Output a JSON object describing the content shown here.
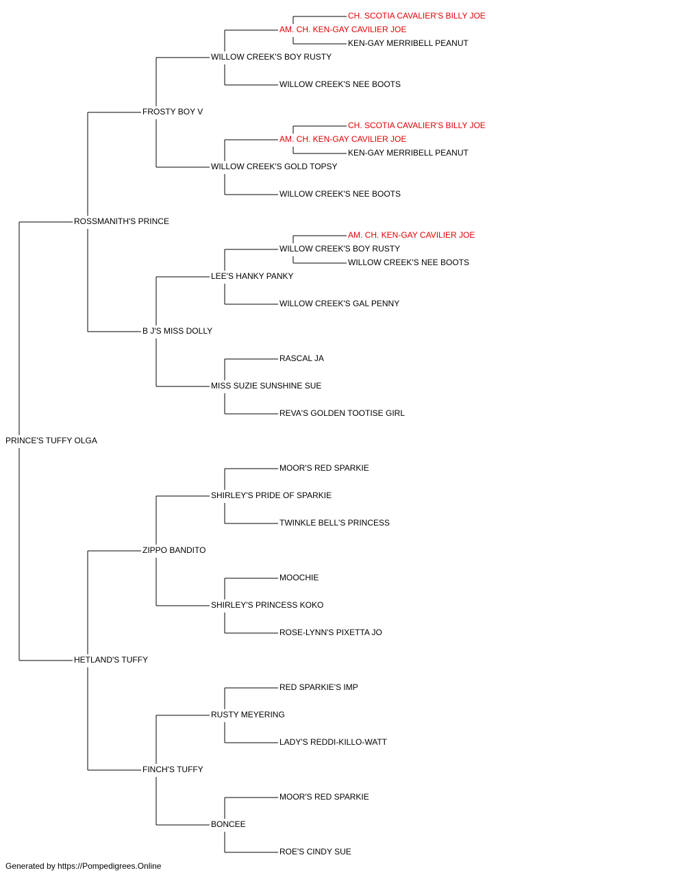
{
  "colors": {
    "text": "#000000",
    "highlight": "#e00000",
    "line": "#000000"
  },
  "pedigree": {
    "name": "PRINCE'S TUFFY OLGA",
    "children": [
      {
        "name": "ROSSMANITH'S PRINCE",
        "children": [
          {
            "name": "FROSTY BOY V",
            "children": [
              {
                "name": "WILLOW CREEK'S BOY RUSTY",
                "children": [
                  {
                    "name": "AM. CH. KEN-GAY CAVILIER JOE",
                    "highlight": true,
                    "children": [
                      {
                        "name": "CH. SCOTIA CAVALIER'S BILLY JOE",
                        "highlight": true
                      },
                      {
                        "name": "KEN-GAY MERRIBELL PEANUT"
                      }
                    ]
                  },
                  {
                    "name": "WILLOW CREEK'S NEE BOOTS"
                  }
                ]
              },
              {
                "name": "WILLOW CREEK'S GOLD TOPSY",
                "children": [
                  {
                    "name": "AM. CH. KEN-GAY CAVILIER JOE",
                    "highlight": true,
                    "children": [
                      {
                        "name": "CH. SCOTIA CAVALIER'S BILLY JOE",
                        "highlight": true
                      },
                      {
                        "name": "KEN-GAY MERRIBELL PEANUT"
                      }
                    ]
                  },
                  {
                    "name": "WILLOW CREEK'S NEE BOOTS"
                  }
                ]
              }
            ]
          },
          {
            "name": "B J'S MISS DOLLY",
            "children": [
              {
                "name": "LEE'S HANKY PANKY",
                "children": [
                  {
                    "name": "WILLOW CREEK'S BOY RUSTY",
                    "children": [
                      {
                        "name": "AM. CH. KEN-GAY CAVILIER JOE",
                        "highlight": true
                      },
                      {
                        "name": "WILLOW CREEK'S NEE BOOTS"
                      }
                    ]
                  },
                  {
                    "name": "WILLOW CREEK'S GAL PENNY"
                  }
                ]
              },
              {
                "name": "MISS SUZIE SUNSHINE SUE",
                "children": [
                  {
                    "name": "RASCAL JA"
                  },
                  {
                    "name": "REVA'S GOLDEN TOOTISE GIRL"
                  }
                ]
              }
            ]
          }
        ]
      },
      {
        "name": "HETLAND'S TUFFY",
        "children": [
          {
            "name": "ZIPPO BANDITO",
            "children": [
              {
                "name": "SHIRLEY'S PRIDE OF SPARKIE",
                "children": [
                  {
                    "name": "MOOR'S RED SPARKIE"
                  },
                  {
                    "name": "TWINKLE BELL'S PRINCESS"
                  }
                ]
              },
              {
                "name": "SHIRLEY'S PRINCESS KOKO",
                "children": [
                  {
                    "name": "MOOCHIE"
                  },
                  {
                    "name": "ROSE-LYNN'S PIXETTA JO"
                  }
                ]
              }
            ]
          },
          {
            "name": "FINCH'S TUFFY",
            "children": [
              {
                "name": "RUSTY MEYERING",
                "children": [
                  {
                    "name": "RED SPARKIE'S IMP"
                  },
                  {
                    "name": "LADY'S REDDI-KILLO-WATT"
                  }
                ]
              },
              {
                "name": "BONCEE",
                "children": [
                  {
                    "name": "MOOR'S RED SPARKIE"
                  },
                  {
                    "name": "ROE'S CINDY SUE"
                  }
                ]
              }
            ]
          }
        ]
      }
    ]
  },
  "footer": "Generated by https://Pompedigrees.Online"
}
